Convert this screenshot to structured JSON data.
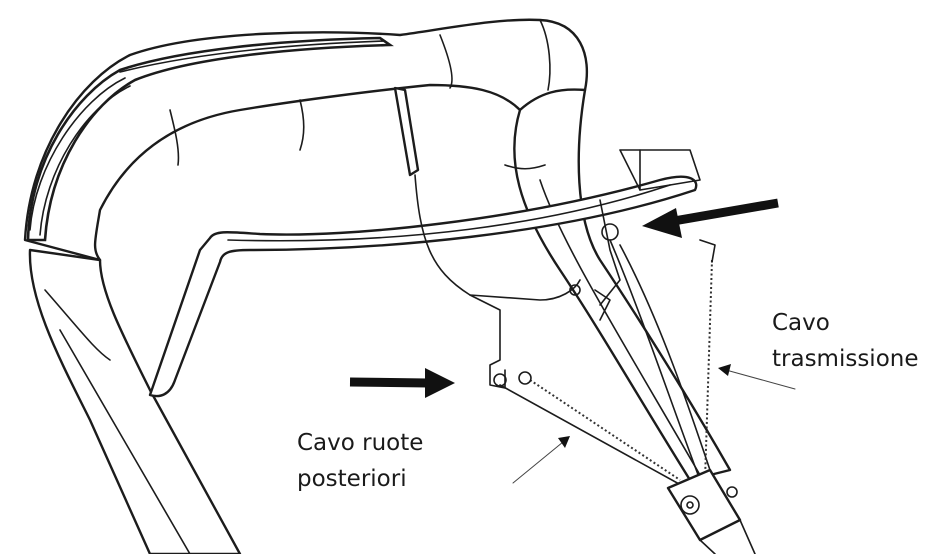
{
  "labels": {
    "cavo_trasmissione_line1": "Cavo",
    "cavo_trasmissione_line2": "trasmissione",
    "cavo_ruote_line1": "Cavo ruote",
    "cavo_ruote_line2": "posteriori"
  },
  "colors": {
    "line": "#1c1c1c",
    "arrow": "#111111",
    "background": "#ffffff"
  }
}
